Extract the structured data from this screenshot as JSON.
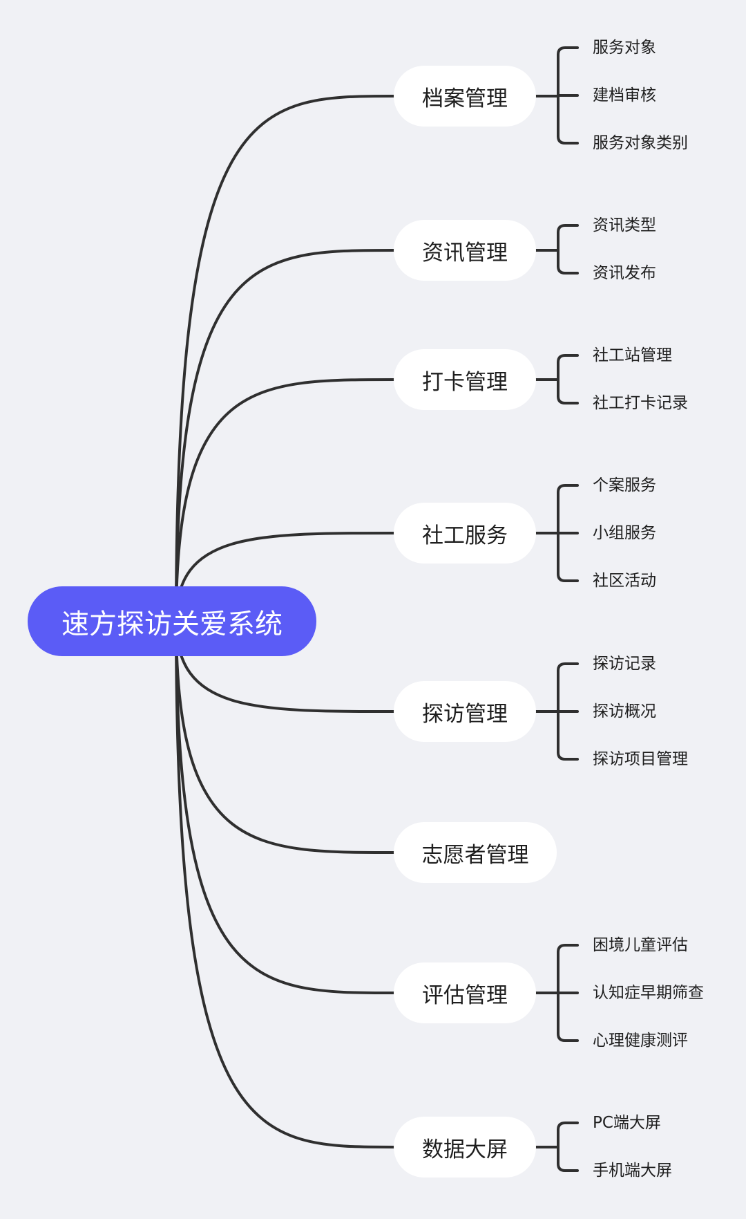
{
  "root": {
    "label": "速方探访关爱系统"
  },
  "colors": {
    "background": "#f0f1f5",
    "root_fill": "#5b5cf6",
    "root_text": "#ffffff",
    "branch_fill": "#ffffff",
    "line": "#2f2f2f",
    "text": "#1e1e1e"
  },
  "branches": [
    {
      "label": "档案管理",
      "children": [
        "服务对象",
        "建档审核",
        "服务对象类别"
      ]
    },
    {
      "label": "资讯管理",
      "children": [
        "资讯类型",
        "资讯发布"
      ]
    },
    {
      "label": "打卡管理",
      "children": [
        "社工站管理",
        "社工打卡记录"
      ]
    },
    {
      "label": "社工服务",
      "children": [
        "个案服务",
        "小组服务",
        "社区活动"
      ]
    },
    {
      "label": "探访管理",
      "children": [
        "探访记录",
        "探访概况",
        "探访项目管理"
      ]
    },
    {
      "label": "志愿者管理",
      "children": []
    },
    {
      "label": "评估管理",
      "children": [
        "困境儿童评估",
        "认知症早期筛查",
        "心理健康测评"
      ]
    },
    {
      "label": "数据大屏",
      "children": [
        "PC端大屏",
        "手机端大屏"
      ]
    }
  ]
}
